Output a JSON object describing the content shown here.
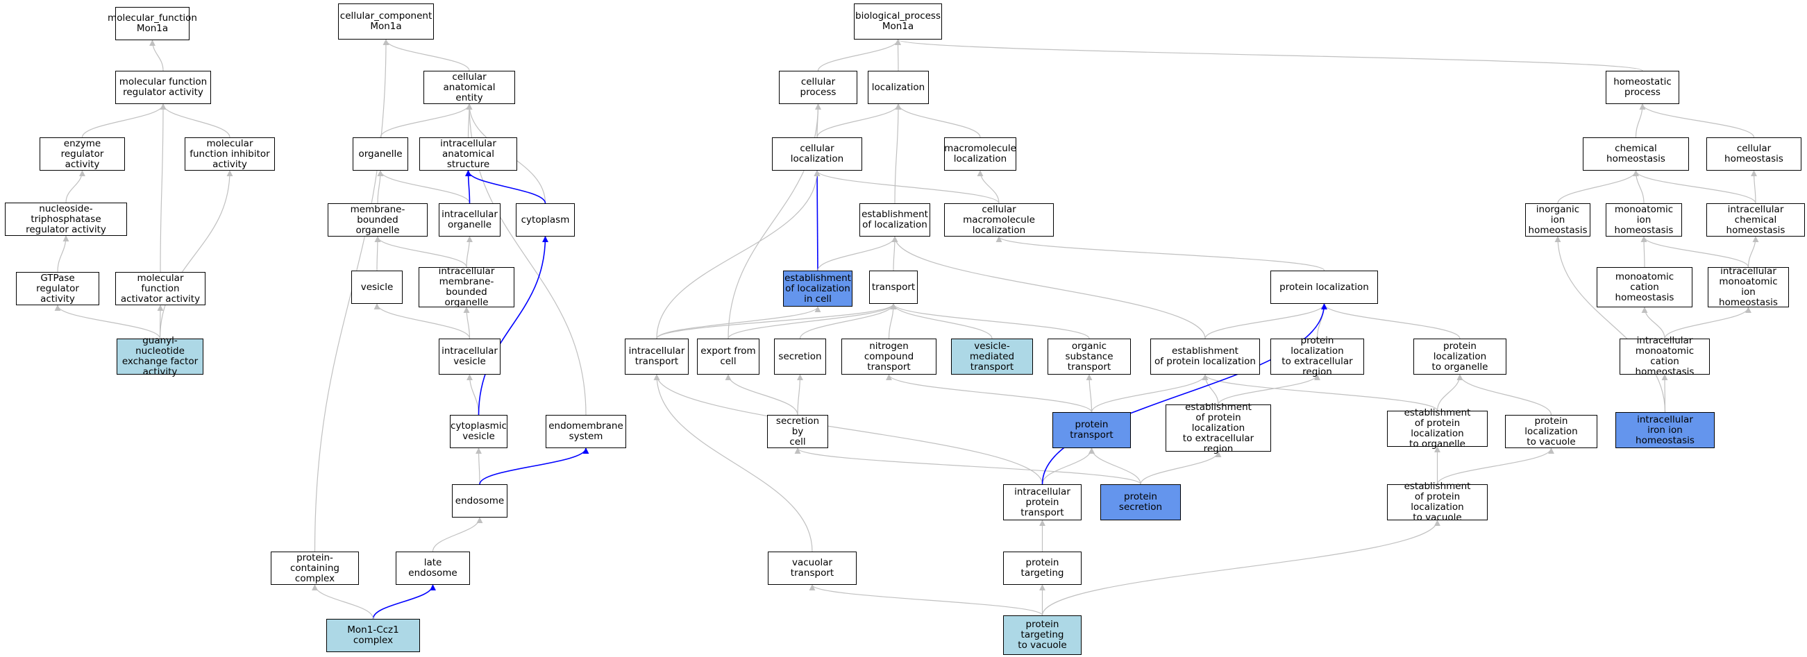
{
  "nodes": [
    {
      "id": "mf_root",
      "label": "molecular_function\nMon1a",
      "style": "plain"
    },
    {
      "id": "mf_reg",
      "label": "molecular function\nregulator activity",
      "style": "plain"
    },
    {
      "id": "enz_reg",
      "label": "enzyme regulator\nactivity",
      "style": "plain"
    },
    {
      "id": "mf_inhib",
      "label": "molecular function inhibitor activity",
      "style": "plain"
    },
    {
      "id": "ntp_reg",
      "label": "nucleoside-triphosphatase\nregulator activity",
      "style": "plain"
    },
    {
      "id": "gtpase_reg",
      "label": "GTPase regulator\nactivity",
      "style": "plain"
    },
    {
      "id": "mf_act",
      "label": "molecular function\nactivator activity",
      "style": "plain"
    },
    {
      "id": "gef",
      "label": "guanyl-nucleotide\nexchange factor\nactivity",
      "style": "light"
    },
    {
      "id": "cc_root",
      "label": "cellular_component\nMon1a",
      "style": "plain"
    },
    {
      "id": "cae",
      "label": "cellular anatomical\nentity",
      "style": "plain"
    },
    {
      "id": "organelle",
      "label": "organelle",
      "style": "plain"
    },
    {
      "id": "ias",
      "label": "intracellular\nanatomical structure",
      "style": "plain"
    },
    {
      "id": "mbo",
      "label": "membrane-bounded\norganelle",
      "style": "plain"
    },
    {
      "id": "io",
      "label": "intracellular\norganelle",
      "style": "plain"
    },
    {
      "id": "cytoplasm",
      "label": "cytoplasm",
      "style": "plain"
    },
    {
      "id": "vesicle",
      "label": "vesicle",
      "style": "plain"
    },
    {
      "id": "imbo",
      "label": "intracellular\nmembrane-bounded\norganelle",
      "style": "plain"
    },
    {
      "id": "iv",
      "label": "intracellular\nvesicle",
      "style": "plain"
    },
    {
      "id": "cv",
      "label": "cytoplasmic\nvesicle",
      "style": "plain"
    },
    {
      "id": "endomem",
      "label": "endomembrane\nsystem",
      "style": "plain"
    },
    {
      "id": "endosome",
      "label": "endosome",
      "style": "plain"
    },
    {
      "id": "late_endo",
      "label": "late endosome",
      "style": "plain"
    },
    {
      "id": "pcc",
      "label": "protein-containing\ncomplex",
      "style": "plain"
    },
    {
      "id": "mon1",
      "label": "Mon1-Ccz1 complex",
      "style": "light"
    },
    {
      "id": "bp_root",
      "label": "biological_process\nMon1a",
      "style": "plain"
    },
    {
      "id": "cell_proc",
      "label": "cellular process",
      "style": "plain"
    },
    {
      "id": "localization",
      "label": "localization",
      "style": "plain"
    },
    {
      "id": "homeo",
      "label": "homeostatic\nprocess",
      "style": "plain"
    },
    {
      "id": "cell_loc",
      "label": "cellular localization",
      "style": "plain"
    },
    {
      "id": "macro_loc",
      "label": "macromolecule\nlocalization",
      "style": "plain"
    },
    {
      "id": "chem_homeo",
      "label": "chemical homeostasis",
      "style": "plain"
    },
    {
      "id": "cell_homeo",
      "label": "cellular homeostasis",
      "style": "plain"
    },
    {
      "id": "est_loc",
      "label": "establishment\nof localization",
      "style": "plain"
    },
    {
      "id": "cmacro_loc",
      "label": "cellular macromolecule\nlocalization",
      "style": "plain"
    },
    {
      "id": "inorg_homeo",
      "label": "inorganic ion\nhomeostasis",
      "style": "plain"
    },
    {
      "id": "monoion_homeo",
      "label": "monoatomic ion\nhomeostasis",
      "style": "plain"
    },
    {
      "id": "ichem_homeo",
      "label": "intracellular\nchemical homeostasis",
      "style": "plain"
    },
    {
      "id": "est_loc_cell",
      "label": "establishment\nof localization\nin cell",
      "style": "blue"
    },
    {
      "id": "transport",
      "label": "transport",
      "style": "plain"
    },
    {
      "id": "prot_loc",
      "label": "protein localization",
      "style": "plain"
    },
    {
      "id": "monocat_homeo",
      "label": "monoatomic cation\nhomeostasis",
      "style": "plain"
    },
    {
      "id": "imonoion_homeo",
      "label": "intracellular\nmonoatomic ion\nhomeostasis",
      "style": "plain"
    },
    {
      "id": "ic_transport",
      "label": "intracellular\ntransport",
      "style": "plain"
    },
    {
      "id": "export",
      "label": "export from\ncell",
      "style": "plain"
    },
    {
      "id": "secretion",
      "label": "secretion",
      "style": "plain"
    },
    {
      "id": "nitro",
      "label": "nitrogen compound\ntransport",
      "style": "plain"
    },
    {
      "id": "vesmed",
      "label": "vesicle-mediated\ntransport",
      "style": "light"
    },
    {
      "id": "orgsub",
      "label": "organic substance\ntransport",
      "style": "plain"
    },
    {
      "id": "est_prot_loc",
      "label": "establishment\nof protein localization",
      "style": "plain"
    },
    {
      "id": "prot_loc_ext",
      "label": "protein localization\nto extracellular\nregion",
      "style": "plain"
    },
    {
      "id": "prot_loc_org",
      "label": "protein localization\nto organelle",
      "style": "plain"
    },
    {
      "id": "imonocat_homeo",
      "label": "intracellular\nmonoatomic cation\nhomeostasis",
      "style": "plain"
    },
    {
      "id": "sec_cell",
      "label": "secretion by\ncell",
      "style": "plain"
    },
    {
      "id": "prot_transport",
      "label": "protein transport",
      "style": "blue"
    },
    {
      "id": "est_prot_ext",
      "label": "establishment\nof protein localization\nto extracellular\nregion",
      "style": "plain"
    },
    {
      "id": "est_prot_org",
      "label": "establishment\nof protein localization\nto organelle",
      "style": "plain"
    },
    {
      "id": "prot_loc_vac",
      "label": "protein localization\nto vacuole",
      "style": "plain"
    },
    {
      "id": "iiron",
      "label": "intracellular\niron ion homeostasis",
      "style": "blue"
    },
    {
      "id": "ic_prot_transport",
      "label": "intracellular\nprotein transport",
      "style": "plain"
    },
    {
      "id": "prot_secretion",
      "label": "protein secretion",
      "style": "blue"
    },
    {
      "id": "est_prot_vac",
      "label": "establishment\nof protein localization\nto vacuole",
      "style": "plain"
    },
    {
      "id": "vac_transport",
      "label": "vacuolar transport",
      "style": "plain"
    },
    {
      "id": "prot_targeting",
      "label": "protein targeting",
      "style": "plain"
    },
    {
      "id": "prot_target_vac",
      "label": "protein targeting\nto vacuole",
      "style": "light"
    }
  ],
  "edges": [
    {
      "from": "mf_reg",
      "to": "mf_root",
      "color": "gray"
    },
    {
      "from": "enz_reg",
      "to": "mf_reg",
      "color": "gray"
    },
    {
      "from": "mf_inhib",
      "to": "mf_reg",
      "color": "gray"
    },
    {
      "from": "mf_act",
      "to": "mf_reg",
      "color": "gray"
    },
    {
      "from": "ntp_reg",
      "to": "enz_reg",
      "color": "gray"
    },
    {
      "from": "gtpase_reg",
      "to": "ntp_reg",
      "color": "gray"
    },
    {
      "from": "gef",
      "to": "gtpase_reg",
      "color": "gray"
    },
    {
      "from": "gef",
      "to": "mf_act",
      "color": "gray"
    },
    {
      "from": "gef",
      "to": "mf_inhib",
      "color": "gray"
    },
    {
      "from": "cae",
      "to": "cc_root",
      "color": "gray"
    },
    {
      "from": "pcc",
      "to": "cc_root",
      "color": "gray"
    },
    {
      "from": "organelle",
      "to": "cae",
      "color": "gray"
    },
    {
      "from": "ias",
      "to": "cae",
      "color": "gray"
    },
    {
      "from": "cytoplasm",
      "to": "cae",
      "color": "gray"
    },
    {
      "from": "endomem",
      "to": "cae",
      "color": "gray"
    },
    {
      "from": "mbo",
      "to": "organelle",
      "color": "gray"
    },
    {
      "from": "io",
      "to": "organelle",
      "color": "gray"
    },
    {
      "from": "io",
      "to": "ias",
      "color": "blue"
    },
    {
      "from": "cytoplasm",
      "to": "ias",
      "color": "blue"
    },
    {
      "from": "vesicle",
      "to": "mbo",
      "color": "gray"
    },
    {
      "from": "imbo",
      "to": "mbo",
      "color": "gray"
    },
    {
      "from": "imbo",
      "to": "io",
      "color": "gray"
    },
    {
      "from": "iv",
      "to": "vesicle",
      "color": "gray"
    },
    {
      "from": "iv",
      "to": "imbo",
      "color": "gray"
    },
    {
      "from": "cv",
      "to": "iv",
      "color": "gray"
    },
    {
      "from": "cv",
      "to": "cytoplasm",
      "color": "blue"
    },
    {
      "from": "endosome",
      "to": "cv",
      "color": "gray"
    },
    {
      "from": "endosome",
      "to": "endomem",
      "color": "blue"
    },
    {
      "from": "late_endo",
      "to": "endosome",
      "color": "gray"
    },
    {
      "from": "mon1",
      "to": "late_endo",
      "color": "blue"
    },
    {
      "from": "mon1",
      "to": "pcc",
      "color": "gray"
    },
    {
      "from": "cell_proc",
      "to": "bp_root",
      "color": "gray"
    },
    {
      "from": "localization",
      "to": "bp_root",
      "color": "gray"
    },
    {
      "from": "homeo",
      "to": "bp_root",
      "color": "gray"
    },
    {
      "from": "cell_loc",
      "to": "cell_proc",
      "color": "gray"
    },
    {
      "from": "cell_loc",
      "to": "localization",
      "color": "gray"
    },
    {
      "from": "macro_loc",
      "to": "localization",
      "color": "gray"
    },
    {
      "from": "est_loc",
      "to": "localization",
      "color": "gray"
    },
    {
      "from": "export",
      "to": "cell_proc",
      "color": "gray"
    },
    {
      "from": "chem_homeo",
      "to": "homeo",
      "color": "gray"
    },
    {
      "from": "cell_homeo",
      "to": "homeo",
      "color": "gray"
    },
    {
      "from": "est_loc_cell",
      "to": "cell_loc",
      "color": "blue"
    },
    {
      "from": "cmacro_loc",
      "to": "cell_loc",
      "color": "gray"
    },
    {
      "from": "ic_transport",
      "to": "cell_loc",
      "color": "gray"
    },
    {
      "from": "cmacro_loc",
      "to": "macro_loc",
      "color": "gray"
    },
    {
      "from": "est_loc_cell",
      "to": "est_loc",
      "color": "gray"
    },
    {
      "from": "transport",
      "to": "est_loc",
      "color": "gray"
    },
    {
      "from": "est_prot_loc",
      "to": "est_loc",
      "color": "gray"
    },
    {
      "from": "prot_loc",
      "to": "cmacro_loc",
      "color": "gray"
    },
    {
      "from": "inorg_homeo",
      "to": "chem_homeo",
      "color": "gray"
    },
    {
      "from": "monoion_homeo",
      "to": "chem_homeo",
      "color": "gray"
    },
    {
      "from": "ichem_homeo",
      "to": "chem_homeo",
      "color": "gray"
    },
    {
      "from": "ichem_homeo",
      "to": "cell_homeo",
      "color": "gray"
    },
    {
      "from": "monocat_homeo",
      "to": "monoion_homeo",
      "color": "gray"
    },
    {
      "from": "imonoion_homeo",
      "to": "monoion_homeo",
      "color": "gray"
    },
    {
      "from": "imonoion_homeo",
      "to": "ichem_homeo",
      "color": "gray"
    },
    {
      "from": "imonocat_homeo",
      "to": "monocat_homeo",
      "color": "gray"
    },
    {
      "from": "imonocat_homeo",
      "to": "imonoion_homeo",
      "color": "gray"
    },
    {
      "from": "iiron",
      "to": "imonocat_homeo",
      "color": "gray"
    },
    {
      "from": "iiron",
      "to": "inorg_homeo",
      "color": "gray"
    },
    {
      "from": "ic_transport",
      "to": "est_loc_cell",
      "color": "gray"
    },
    {
      "from": "ic_transport",
      "to": "transport",
      "color": "gray"
    },
    {
      "from": "export",
      "to": "transport",
      "color": "gray"
    },
    {
      "from": "secretion",
      "to": "transport",
      "color": "gray"
    },
    {
      "from": "nitro",
      "to": "transport",
      "color": "gray"
    },
    {
      "from": "vesmed",
      "to": "transport",
      "color": "gray"
    },
    {
      "from": "orgsub",
      "to": "transport",
      "color": "gray"
    },
    {
      "from": "est_prot_loc",
      "to": "prot_loc",
      "color": "gray"
    },
    {
      "from": "prot_loc_ext",
      "to": "prot_loc",
      "color": "gray"
    },
    {
      "from": "prot_loc_org",
      "to": "prot_loc",
      "color": "gray"
    },
    {
      "from": "sec_cell",
      "to": "export",
      "color": "gray"
    },
    {
      "from": "sec_cell",
      "to": "secretion",
      "color": "gray"
    },
    {
      "from": "prot_transport",
      "to": "nitro",
      "color": "gray"
    },
    {
      "from": "prot_transport",
      "to": "orgsub",
      "color": "gray"
    },
    {
      "from": "prot_transport",
      "to": "est_prot_loc",
      "color": "gray"
    },
    {
      "from": "est_prot_ext",
      "to": "est_prot_loc",
      "color": "gray"
    },
    {
      "from": "est_prot_ext",
      "to": "prot_loc_ext",
      "color": "gray"
    },
    {
      "from": "est_prot_org",
      "to": "est_prot_loc",
      "color": "gray"
    },
    {
      "from": "est_prot_org",
      "to": "prot_loc_org",
      "color": "gray"
    },
    {
      "from": "prot_loc_vac",
      "to": "prot_loc_org",
      "color": "gray"
    },
    {
      "from": "prot_secretion",
      "to": "sec_cell",
      "color": "gray"
    },
    {
      "from": "prot_secretion",
      "to": "prot_transport",
      "color": "gray"
    },
    {
      "from": "prot_secretion",
      "to": "est_prot_ext",
      "color": "gray"
    },
    {
      "from": "ic_prot_transport",
      "to": "ic_transport",
      "color": "gray"
    },
    {
      "from": "ic_prot_transport",
      "to": "prot_transport",
      "color": "gray"
    },
    {
      "from": "ic_prot_transport",
      "to": "prot_loc",
      "color": "blue"
    },
    {
      "from": "est_prot_vac",
      "to": "est_prot_org",
      "color": "gray"
    },
    {
      "from": "est_prot_vac",
      "to": "prot_loc_vac",
      "color": "gray"
    },
    {
      "from": "vac_transport",
      "to": "ic_transport",
      "color": "gray"
    },
    {
      "from": "prot_targeting",
      "to": "ic_prot_transport",
      "color": "gray"
    },
    {
      "from": "prot_target_vac",
      "to": "prot_targeting",
      "color": "gray"
    },
    {
      "from": "prot_target_vac",
      "to": "vac_transport",
      "color": "gray"
    },
    {
      "from": "prot_target_vac",
      "to": "est_prot_vac",
      "color": "gray"
    }
  ],
  "colors": {
    "gray_edge": "#c0c0c0",
    "blue_edge": "#0000ff",
    "light_fill": "#add8e6",
    "blue_fill": "#6495ed",
    "plain_fill": "#ffffff"
  }
}
